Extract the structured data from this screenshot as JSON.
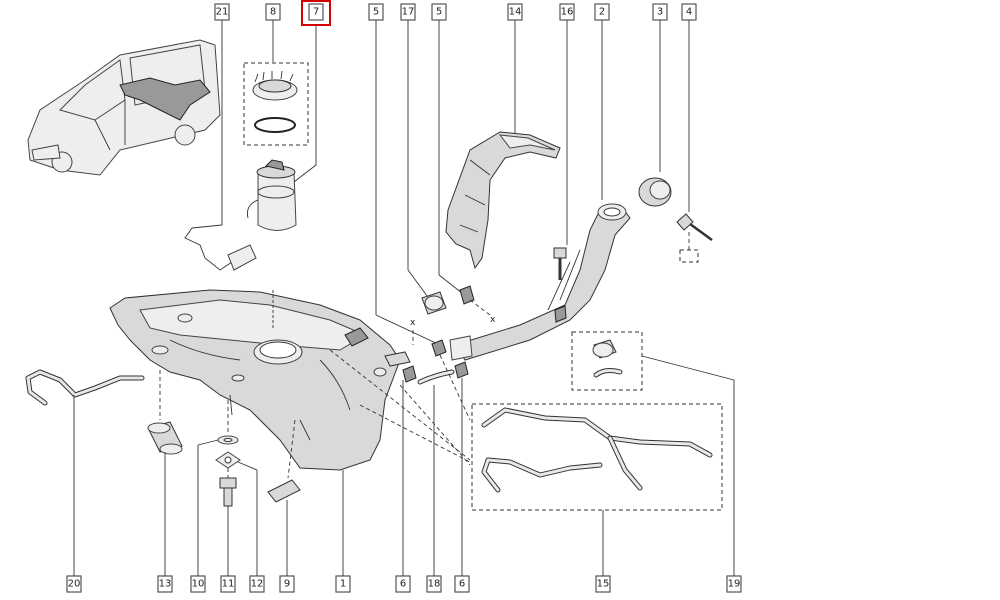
{
  "diagram": {
    "callouts_top": [
      {
        "key": "c21",
        "label": "21"
      },
      {
        "key": "c8",
        "label": "8"
      },
      {
        "key": "c7",
        "label": "7",
        "highlight": true
      },
      {
        "key": "c5a",
        "label": "5"
      },
      {
        "key": "c17",
        "label": "17"
      },
      {
        "key": "c5b",
        "label": "5"
      },
      {
        "key": "c14",
        "label": "14"
      },
      {
        "key": "c16",
        "label": "16"
      },
      {
        "key": "c2",
        "label": "2"
      },
      {
        "key": "c3",
        "label": "3"
      },
      {
        "key": "c4",
        "label": "4"
      }
    ],
    "callouts_bottom": [
      {
        "key": "c20",
        "label": "20"
      },
      {
        "key": "c13",
        "label": "13"
      },
      {
        "key": "c10",
        "label": "10"
      },
      {
        "key": "c11",
        "label": "11"
      },
      {
        "key": "c12",
        "label": "12"
      },
      {
        "key": "c9",
        "label": "9"
      },
      {
        "key": "c1",
        "label": "1"
      },
      {
        "key": "c6a",
        "label": "6"
      },
      {
        "key": "c18",
        "label": "18"
      },
      {
        "key": "c6b",
        "label": "6"
      },
      {
        "key": "c15",
        "label": "15"
      },
      {
        "key": "c19",
        "label": "19"
      }
    ],
    "markers": {
      "x1": "x",
      "x2": "x"
    },
    "colors": {
      "highlight": "#d40000",
      "line": "#333333",
      "fill": "#d9d9d9"
    }
  }
}
